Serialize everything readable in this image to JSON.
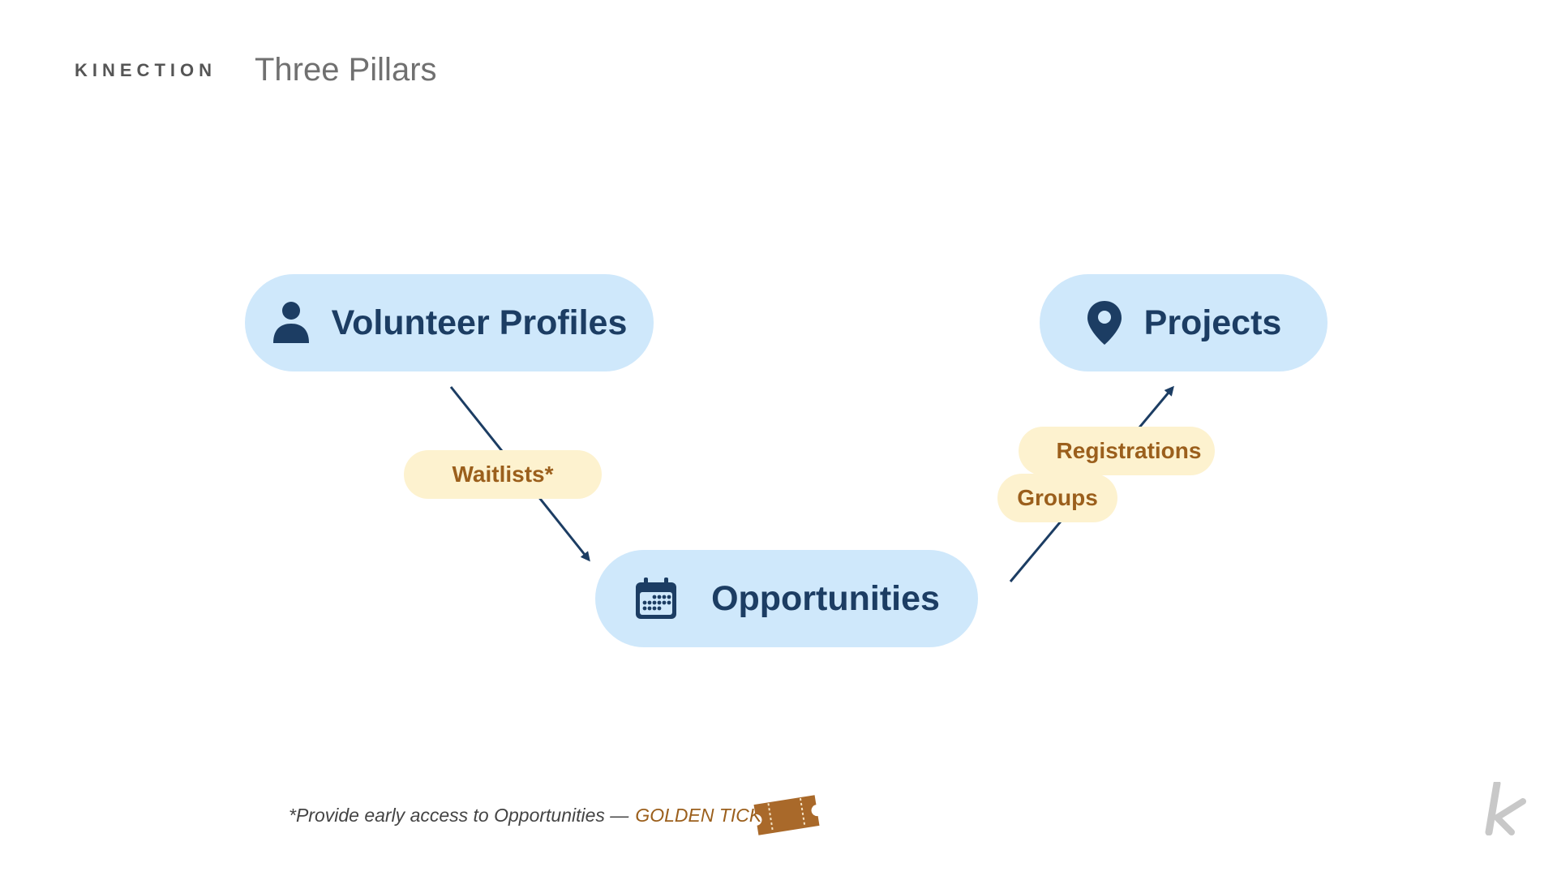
{
  "header": {
    "brand": "KINECTION",
    "title": "Three Pillars"
  },
  "nodes": {
    "volunteer_profiles": {
      "label": "Volunteer Profiles",
      "icon": "person-icon"
    },
    "opportunities": {
      "label": "Opportunities",
      "icon": "calendar-icon"
    },
    "projects": {
      "label": "Projects",
      "icon": "map-pin-icon"
    }
  },
  "connectors": {
    "waitlists": "Waitlists*",
    "registrations": "Registrations",
    "groups": "Groups"
  },
  "footnote": {
    "text": "*Provide early access to Opportunities —",
    "highlight": "GOLDEN TICKET",
    "icon": "ticket-icon"
  },
  "logo": {
    "icon": "kinection-k-logo"
  },
  "colors": {
    "node_bg": "#cfe8fb",
    "node_text": "#1c3d63",
    "tag_bg": "#fdf2cf",
    "tag_text": "#9b5f1c",
    "arrow": "#1c3d63"
  }
}
